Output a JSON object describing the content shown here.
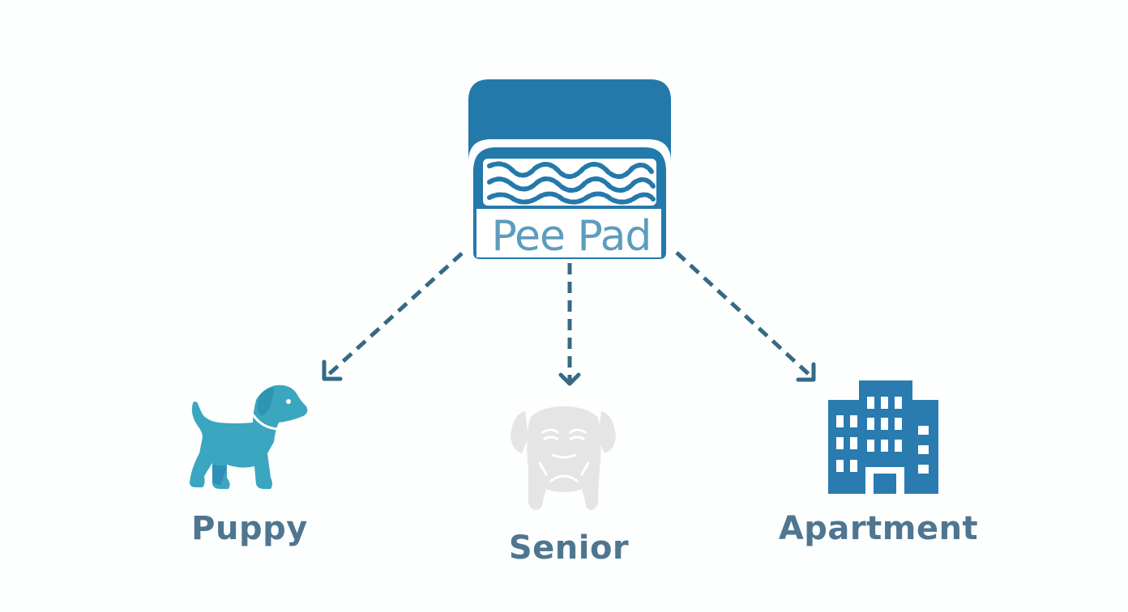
{
  "diagram": {
    "center": {
      "label": "Pee Pad",
      "icon": "pee-pad-icon",
      "color": "#2479ab"
    },
    "nodes": [
      {
        "label": "Puppy",
        "icon": "puppy-icon",
        "color": "#3aa6bf"
      },
      {
        "label": "Senior",
        "icon": "senior-dog-icon",
        "color": "#e6e6e6"
      },
      {
        "label": "Apartment",
        "icon": "apartment-building-icon",
        "color": "#2a7bb0"
      }
    ],
    "edges": [
      {
        "from": "Pee Pad",
        "to": "Puppy",
        "style": "dashed-arrow"
      },
      {
        "from": "Pee Pad",
        "to": "Senior",
        "style": "dashed-arrow"
      },
      {
        "from": "Pee Pad",
        "to": "Apartment",
        "style": "dashed-arrow"
      }
    ],
    "colors": {
      "arrow": "#356a85",
      "label_text": "#4f7690"
    }
  }
}
